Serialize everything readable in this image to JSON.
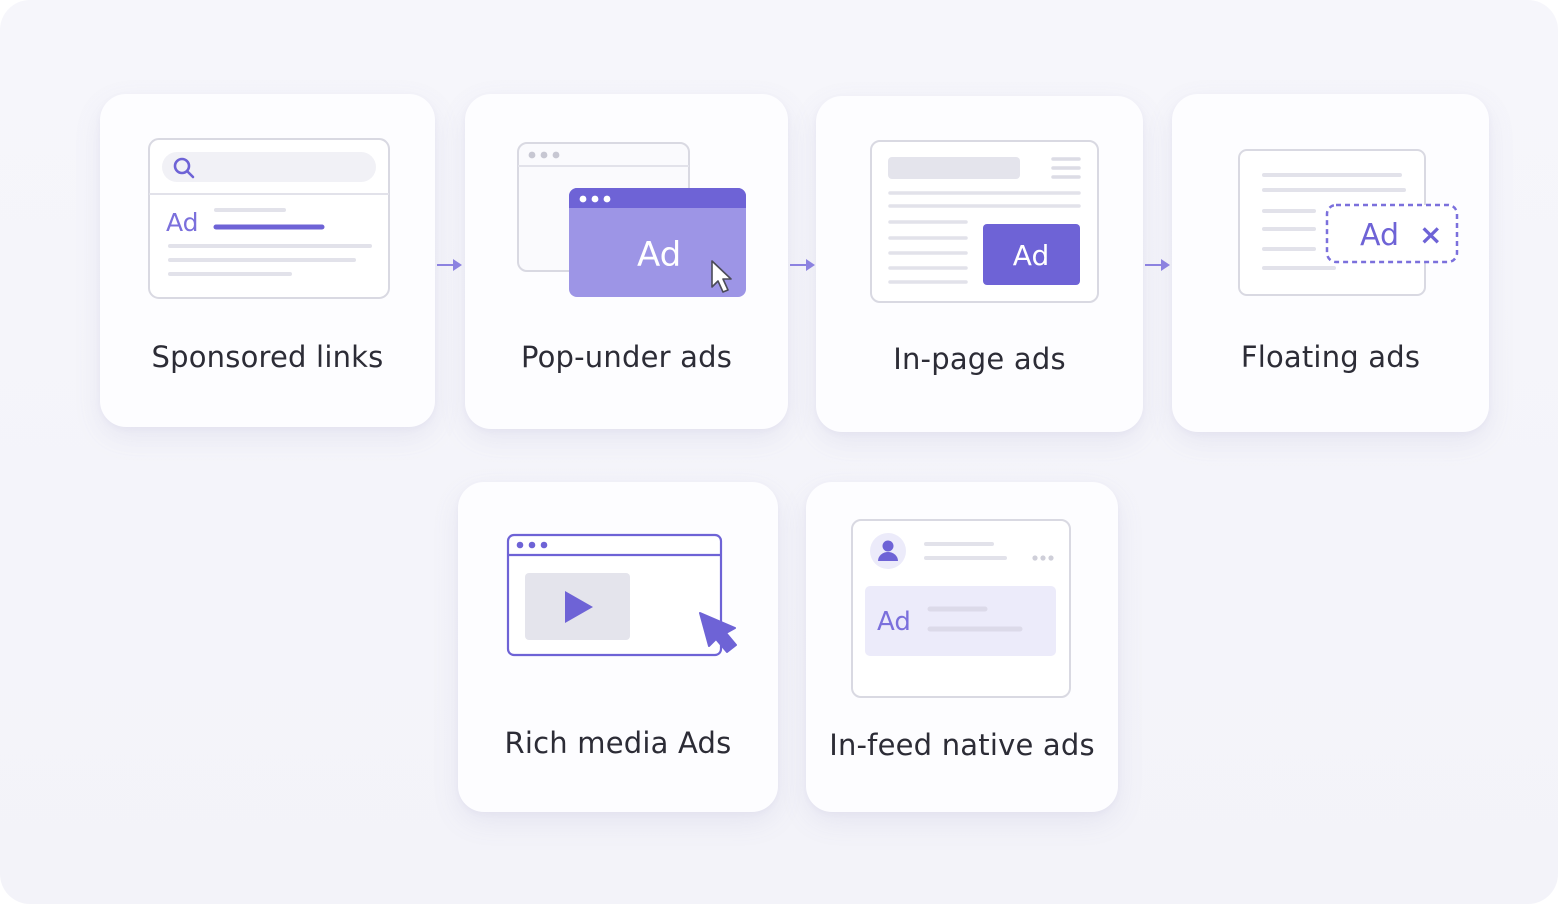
{
  "colors": {
    "accent": "#6e63d6",
    "accent_light": "#9d95e6",
    "panel_tint": "#ecebfa",
    "line_gray": "#e2e2ea",
    "border_gray": "#d9d9e2",
    "label_text": "#2c2c36"
  },
  "cards": [
    {
      "label": "Sponsored links",
      "ad_text": "Ad",
      "icons": [
        "search-icon"
      ]
    },
    {
      "label": "Pop-under ads",
      "ad_text": "Ad",
      "icons": [
        "cursor-icon"
      ]
    },
    {
      "label": "In-page ads",
      "ad_text": "Ad",
      "icons": [
        "menu-icon"
      ]
    },
    {
      "label": "Floating ads",
      "ad_text": "Ad",
      "close_glyph": "×",
      "icons": [
        "close-icon"
      ]
    },
    {
      "label": "Rich media Ads",
      "icons": [
        "play-icon",
        "cursor-icon"
      ]
    },
    {
      "label": "In-feed native ads",
      "ad_text": "Ad",
      "icons": [
        "user-avatar-icon",
        "more-dots-icon"
      ]
    }
  ],
  "connectors": [
    "arrow-right-icon",
    "arrow-right-icon",
    "arrow-right-icon"
  ]
}
